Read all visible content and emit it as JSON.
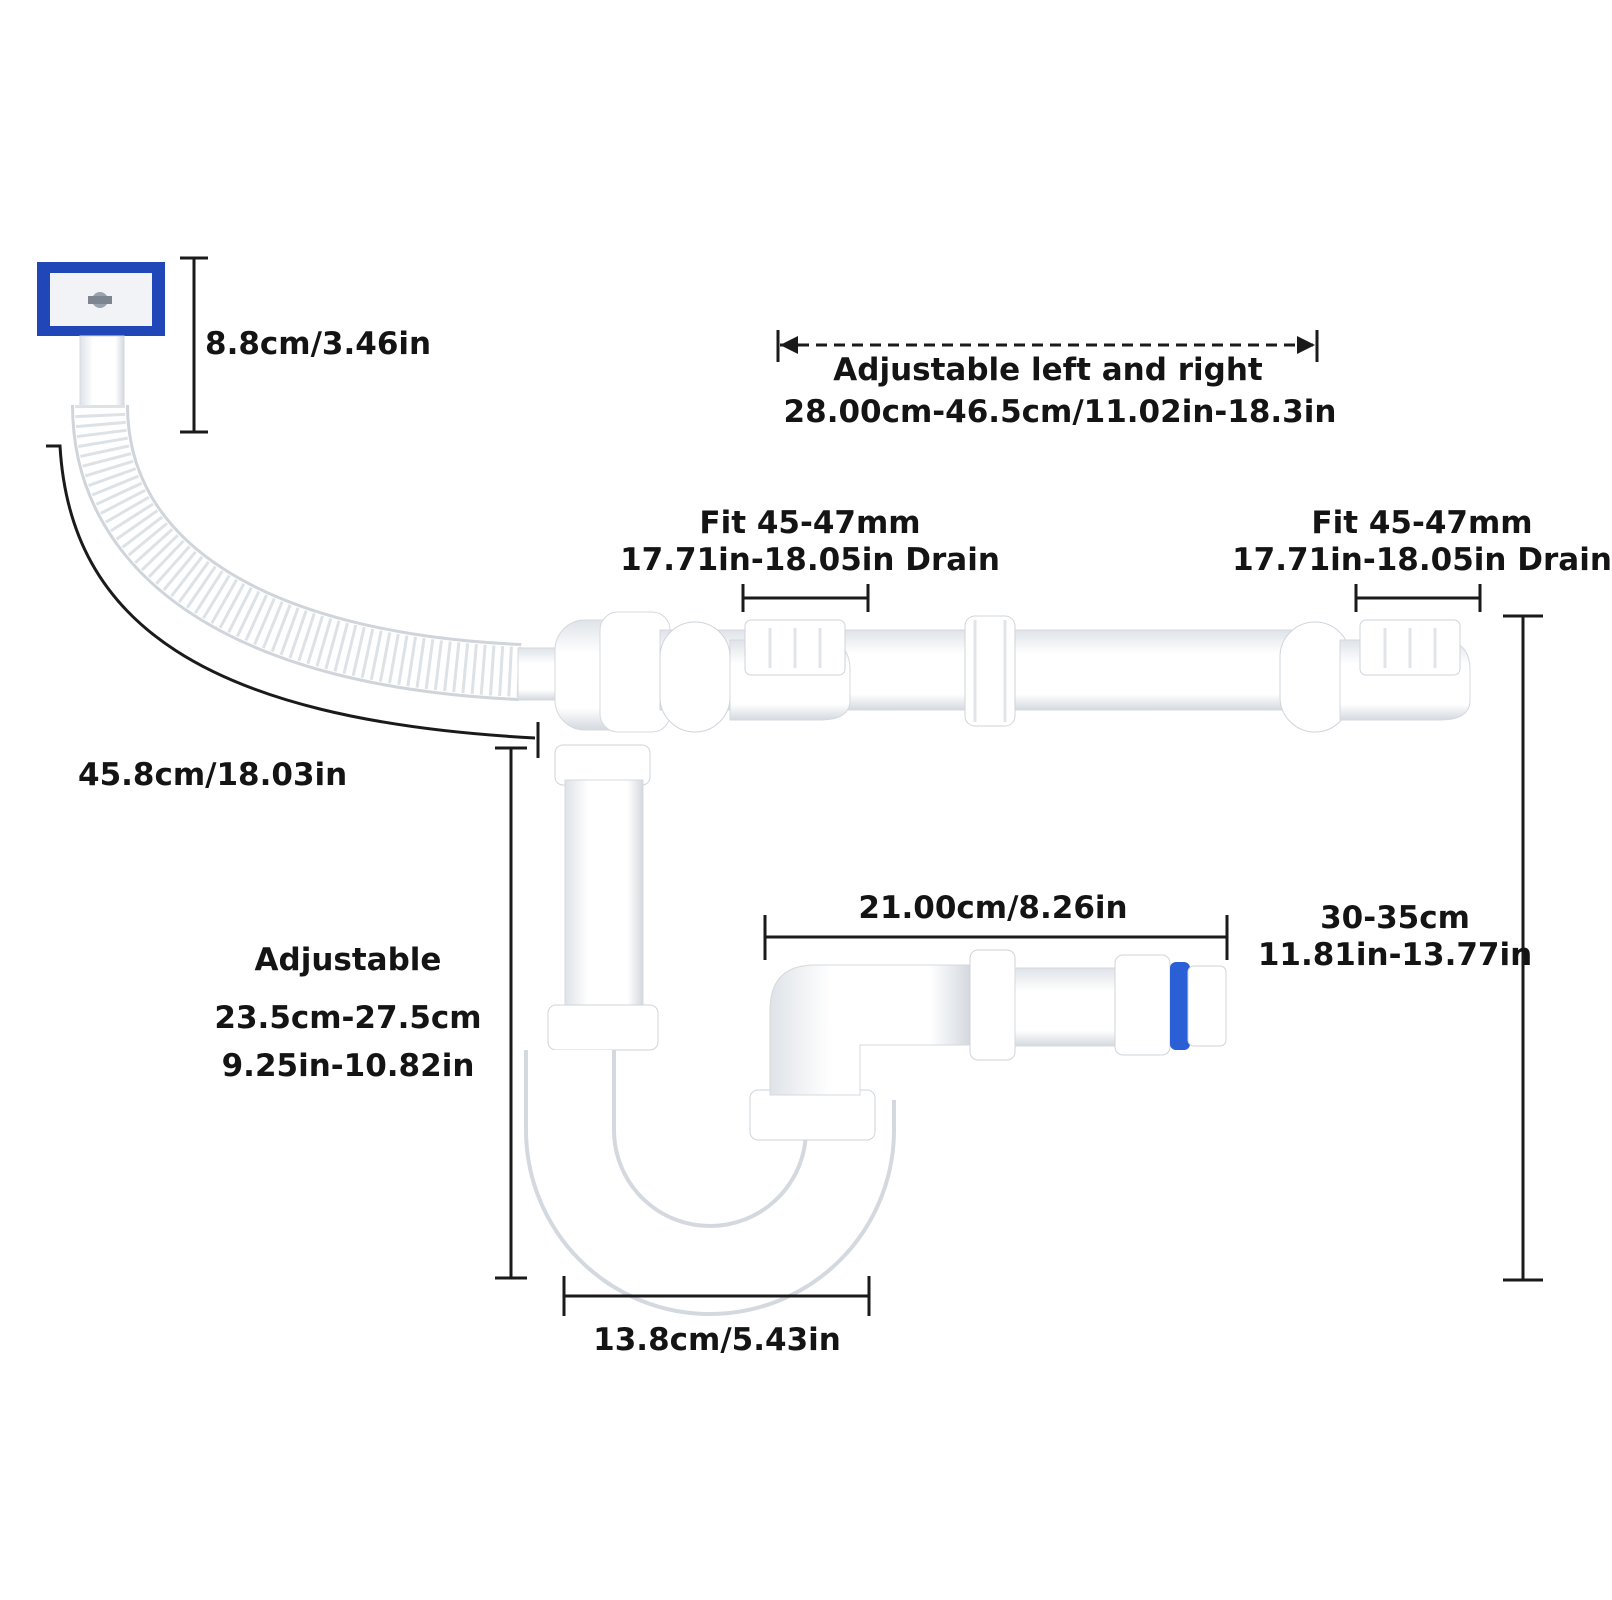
{
  "labels": {
    "overflow_height": "8.8cm/3.46in",
    "adjust_lr_title": "Adjustable left and right",
    "adjust_lr_range": "28.00cm-46.5cm/11.02in-18.3in",
    "fit_left_line1": "Fit 45-47mm",
    "fit_left_line2": "17.71in-18.05in Drain",
    "fit_right_line1": "Fit 45-47mm",
    "fit_right_line2": "17.71in-18.05in Drain",
    "hose_length": "45.8cm/18.03in",
    "outlet_width": "21.00cm/8.26in",
    "total_height_line1": "30-35cm",
    "total_height_line2": "11.81in-13.77in",
    "adjustable_title": "Adjustable",
    "adjustable_cm": "23.5cm-27.5cm",
    "adjustable_in": "9.25in-10.82in",
    "trap_width": "13.8cm/5.43in"
  },
  "colors": {
    "pipe": "#ffffff",
    "pipe_shadow": "#d9dde2",
    "overflow_frame": "#2046b8",
    "outlet_ring": "#2a5fd6",
    "dimension_line": "#1a1a1a"
  }
}
